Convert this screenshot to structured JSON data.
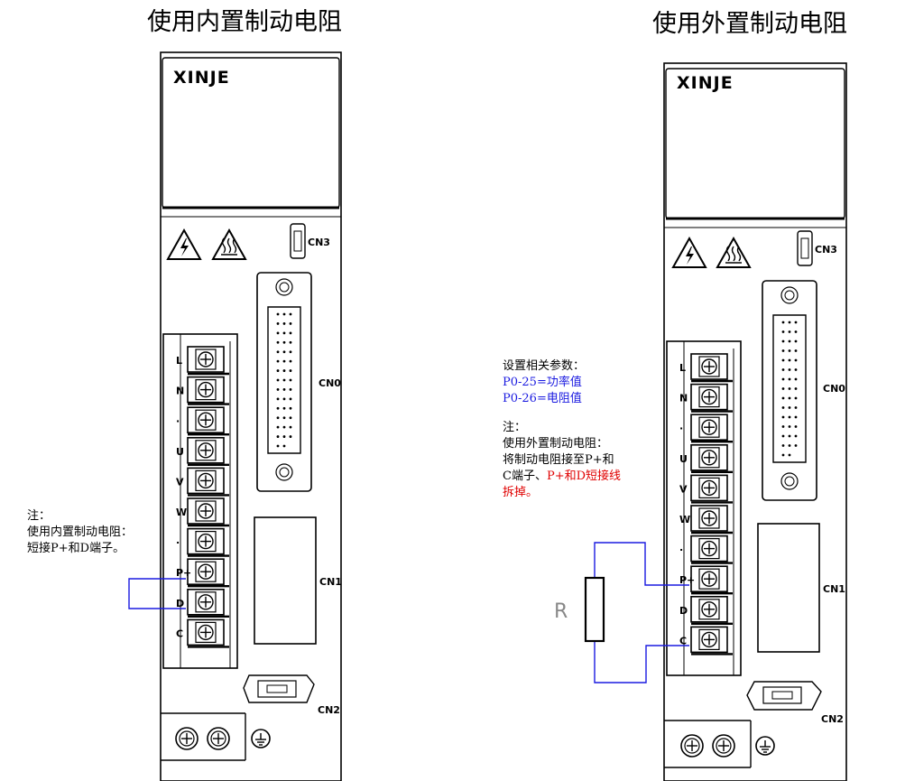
{
  "titles": {
    "left": "使用内置制动电阻",
    "right": "使用外置制动电阻"
  },
  "watermark": "",
  "brand": "XINJE",
  "connectors": {
    "cn3": "CN3",
    "cn0": "CN0",
    "cn1": "CN1",
    "cn2": "CN2"
  },
  "terminals": [
    "L",
    "N",
    "·",
    "U",
    "V",
    "W",
    "·",
    "P+",
    "D",
    "C"
  ],
  "left_note": {
    "line1": "注：",
    "line2": "使用内置制动电阻：",
    "line3": "短接P+和D端子。"
  },
  "right_note": {
    "heading": "设置相关参数：",
    "param1": "P0-25=功率值",
    "param2": "P0-26=电阻值",
    "note_title": "注：",
    "line1": "使用外置制动电阻：",
    "line2": "将制动电阻接至P+和",
    "line3_black": "C端子、",
    "line3_red": "P+和D短接线",
    "line4": "拆掉。"
  },
  "resistor_label": "R",
  "colors": {
    "wire": "#1a1ae0",
    "param_text": "#1a1ae0",
    "warning_text": "#e00000",
    "resistor_label": "#888888"
  }
}
